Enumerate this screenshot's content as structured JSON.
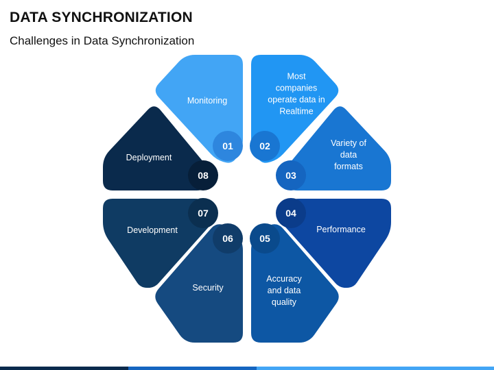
{
  "title": "DATA SYNCHRONIZATION",
  "subtitle": "Challenges in Data Synchronization",
  "segments": [
    {
      "number": "01",
      "label": [
        "Monitoring"
      ],
      "color": "#42A5F5",
      "badge": "#2E86DE"
    },
    {
      "number": "02",
      "label": [
        "Most",
        "companies",
        "operate data in",
        "Realtime"
      ],
      "color": "#2196F3",
      "badge": "#1976D2"
    },
    {
      "number": "03",
      "label": [
        "Variety of",
        "data",
        "formats"
      ],
      "color": "#1976D2",
      "badge": "#1565C0"
    },
    {
      "number": "04",
      "label": [
        "Performance"
      ],
      "color": "#0D47A1",
      "badge": "#0B3C8A"
    },
    {
      "number": "05",
      "label": [
        "Accuracy",
        "and data",
        "quality"
      ],
      "color": "#0D57A4",
      "badge": "#0A4A8C"
    },
    {
      "number": "06",
      "label": [
        "Security"
      ],
      "color": "#154A80",
      "badge": "#103C69"
    },
    {
      "number": "07",
      "label": [
        "Development"
      ],
      "color": "#0F3B63",
      "badge": "#0B2F50"
    },
    {
      "number": "08",
      "label": [
        "Deployment"
      ],
      "color": "#0A2A4C",
      "badge": "#071F39"
    }
  ],
  "bottom_bar_colors": [
    "#0A2A4C",
    "#1565C0",
    "#42A5F5"
  ]
}
